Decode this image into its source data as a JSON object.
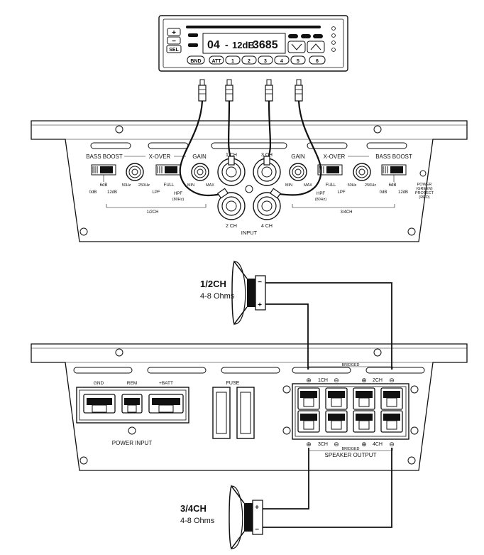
{
  "head_unit": {
    "plus": "+",
    "minus": "−",
    "sel": "SEL",
    "display_track": "04",
    "display_dash": "-",
    "display_level": "12dB",
    "display_freq": "3685",
    "buttons": [
      "BND",
      "ATT",
      "1",
      "2",
      "3",
      "4",
      "5",
      "6"
    ]
  },
  "amp_top": {
    "left": {
      "bass_boost": "BASS BOOST",
      "bass_0": "0dB",
      "bass_6": "6dB",
      "bass_12": "12dB",
      "xover": "X-OVER",
      "xover_50": "50Hz",
      "xover_250": "250Hz",
      "full": "FULL",
      "lpf": "LPF",
      "hpf": "HPF",
      "hpf_freq": "(80Hz)",
      "gain": "GAIN",
      "min": "MIN",
      "max": "MAX",
      "channel_group": "1/2CH"
    },
    "right": {
      "bass_boost": "BASS BOOST",
      "bass_0": "0dB",
      "bass_6": "6dB",
      "bass_12": "12dB",
      "xover": "X-OVER",
      "xover_50": "50Hz",
      "xover_250": "250Hz",
      "full": "FULL",
      "lpf": "LPF",
      "hpf": "HPF",
      "hpf_freq": "(80Hz)",
      "gain": "GAIN",
      "min": "MIN",
      "max": "MAX",
      "channel_group": "3/4CH"
    },
    "ch1": "1 CH",
    "ch2": "2 CH",
    "ch3": "3 CH",
    "ch4": "4 CH",
    "input": "INPUT",
    "power_led": [
      "POWER",
      "(GREEN)",
      "PROTECT",
      "(RED)"
    ]
  },
  "speaker_12": {
    "title": "1/2CH",
    "ohms": "4-8 Ohms",
    "minus": "−",
    "plus": "+"
  },
  "speaker_34": {
    "title": "3/4CH",
    "ohms": "4-8 Ohms",
    "minus": "−",
    "plus": "+"
  },
  "amp_bottom": {
    "gnd": "GND",
    "rem": "REM",
    "batt": "+BATT",
    "power_input": "POWER INPUT",
    "fuse": "FUSE",
    "bridged_top": "BRIDGED",
    "bridged_bottom": "BRIDGED",
    "ch1": "1CH",
    "ch2": "2CH",
    "ch3": "3CH",
    "ch4": "4CH",
    "plus": "⊕",
    "minus": "⊖",
    "speaker_output": "SPEAKER OUTPUT"
  }
}
